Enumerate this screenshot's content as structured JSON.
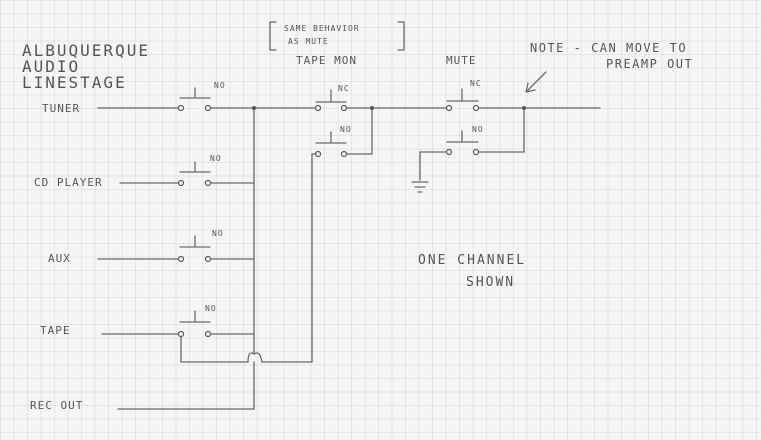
{
  "title": {
    "line1": "ALBUQUERQUE",
    "line2": "AUDIO",
    "line3": "LINESTAGE"
  },
  "bracket_note": {
    "line1": "SAME BEHAVIOR",
    "line2": "AS MUTE"
  },
  "switch_labels": {
    "tape_mon": "TAPE MON",
    "mute": "MUTE",
    "no": "NO",
    "nc": "NC",
    "nc_mute": "NC",
    "no_tm": "NO",
    "no_mute": "NO",
    "no_cd": "NO",
    "no_aux": "NO",
    "no_tape": "NO"
  },
  "inputs": {
    "tuner": "TUNER",
    "cd_player": "CD PLAYER",
    "aux": "AUX",
    "tape": "TAPE",
    "rec_out": "REC OUT"
  },
  "note": {
    "line1": "NOTE - CAN MOVE TO",
    "line2": "PREAMP OUT"
  },
  "center_note": {
    "line1": "ONE CHANNEL",
    "line2": "SHOWN"
  }
}
